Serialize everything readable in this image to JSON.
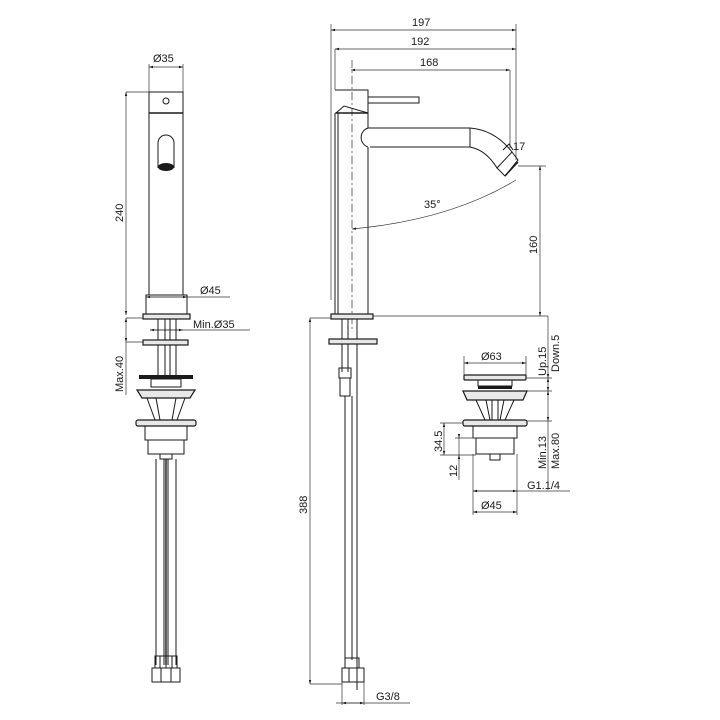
{
  "drawing": {
    "title": "Tall basin mixer technical drawing",
    "line_color": "#1a1a1a",
    "background": "#ffffff"
  },
  "side_view": {
    "dia_top": "Ø35",
    "height_body": "240",
    "dia_base": "Ø45",
    "min_hole": "Min.Ø35",
    "max_deck": "Max.40"
  },
  "front_view": {
    "width_total": "197",
    "width_spout": "192",
    "reach": "168",
    "outlet": "17",
    "angle": "35°",
    "spout_height": "160",
    "hose_length": "388",
    "thread_hose": "G3/8"
  },
  "waste_detail": {
    "dia_cap": "Ø63",
    "stroke_up": "Up.15",
    "stroke_down": "Down.5",
    "height_body": "34.5",
    "height_thread": "12",
    "range_min": "Min.13",
    "range_max": "Max.80",
    "thread": "G1.1/4",
    "dia_body": "Ø45"
  }
}
